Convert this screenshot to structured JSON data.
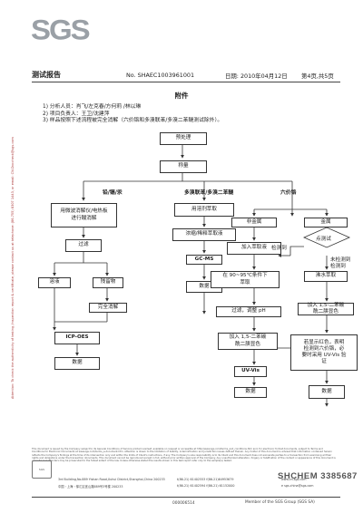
{
  "header": {
    "logo": "SGS",
    "title": "测试报告",
    "report_no": "No. SHAEC1003961001",
    "date": "日期: 2010年04月12日",
    "page": "第4页,共5页"
  },
  "side_text": "Attention: To check the authenticity of testing /inspection report & certificate, please contact us at telephone: (86-755) 8307 1443, or email: CN.Doccheck@sgs.com",
  "appendix": {
    "title": "附件",
    "notes": [
      "1) 分析人员：肖飞/左克春/方何莉 /林以琳",
      "2) 项目负责人：王卫/沈建萍",
      "3) 样品按照下述流程被完全消解（六价铬和多溴联苯/多溴二苯醚测试除外）。"
    ]
  },
  "flow": {
    "pretreat": "预处理",
    "weigh": "称量",
    "branch_pb": "铅/镉/汞",
    "branch_pbb": "多溴联苯/多溴二苯醚",
    "branch_cr": "六价铬",
    "microwave": "用微波消解仪/电热板\n进行酸消解",
    "filter": "过滤",
    "solution": "溶液",
    "residue": "残留物",
    "full_digest": "完全消解",
    "icp": "ICP-OES",
    "solvent": "用溶剂萃取",
    "concentrate": "浓缩/稀释萃取液",
    "gcms": "GC-MS",
    "nonmetal": "非金属",
    "add_extract": "加入萃取液",
    "heat_extract": "在 90~95℃条件下\n萃取",
    "filter_ph": "过滤，调整 pH",
    "add_dpc": "加入 1,5-二苯碳\n酰二肼显色",
    "uvvis": "UV-Vis",
    "metal": "金属",
    "spot_test": "点测试",
    "not_detected": "未检测到",
    "detected": "检测到",
    "boiling": "沸水萃取",
    "add_dpc2": "加入 1,5-二苯碳\n酰二肼显色",
    "color_result": "若显示红色，表明\n检测到六价铬，必\n要时采用 UV-Vis 验\n证",
    "data": "数据"
  },
  "footer": {
    "disclaimer": "This document is issued by the Company subject to its General Conditions of Service printed overleaf, available on request or accessible at http://www.sgs.com/terms_and_conditions.htm and, for electronic format documents, subject to Terms and Conditions for Electronic Documents at www.sgs.com/terms_e-document.htm. Attention is drawn to the limitation of liability, indemnification and jurisdiction issues defined therein. Any holder of this document is advised that information contained hereon reflects the Company's findings at the time of its intervention only and within the limits of Client's instructions, if any. The Company's sole responsibility is to its Client and this document does not exonerate parties to a transaction from exercising all their rights and obligations under the transaction documents. This document cannot be reproduced except in full, without prior written approval of the Company. Any unauthorized alteration, forgery or falsification of the content or appearance of this document is unlawful and offenders may be prosecuted to the fullest extent of the law. Unless otherwise stated the results shown in this test report refer only to the sample(s) tested.",
    "seal": "SGS",
    "addr1": "3rd Building,No.889 Yishan Road,Xuhui District,Shanghai,China  200233",
    "addr2": "中国・上海・徐汇区宜山路889号3号楼  200233",
    "tel1": "t(86-21) 61402553   f(86-21)64953679",
    "tel2": "t(86-21) 61402594   f(86-21) 61152000",
    "web": "www.cn.sgs.com",
    "email": "e sgs.china@sgs.com",
    "serial": "SHCHEM 3385687",
    "member": "Member of the SGS Group (SGS SA)",
    "code": "000006514"
  }
}
